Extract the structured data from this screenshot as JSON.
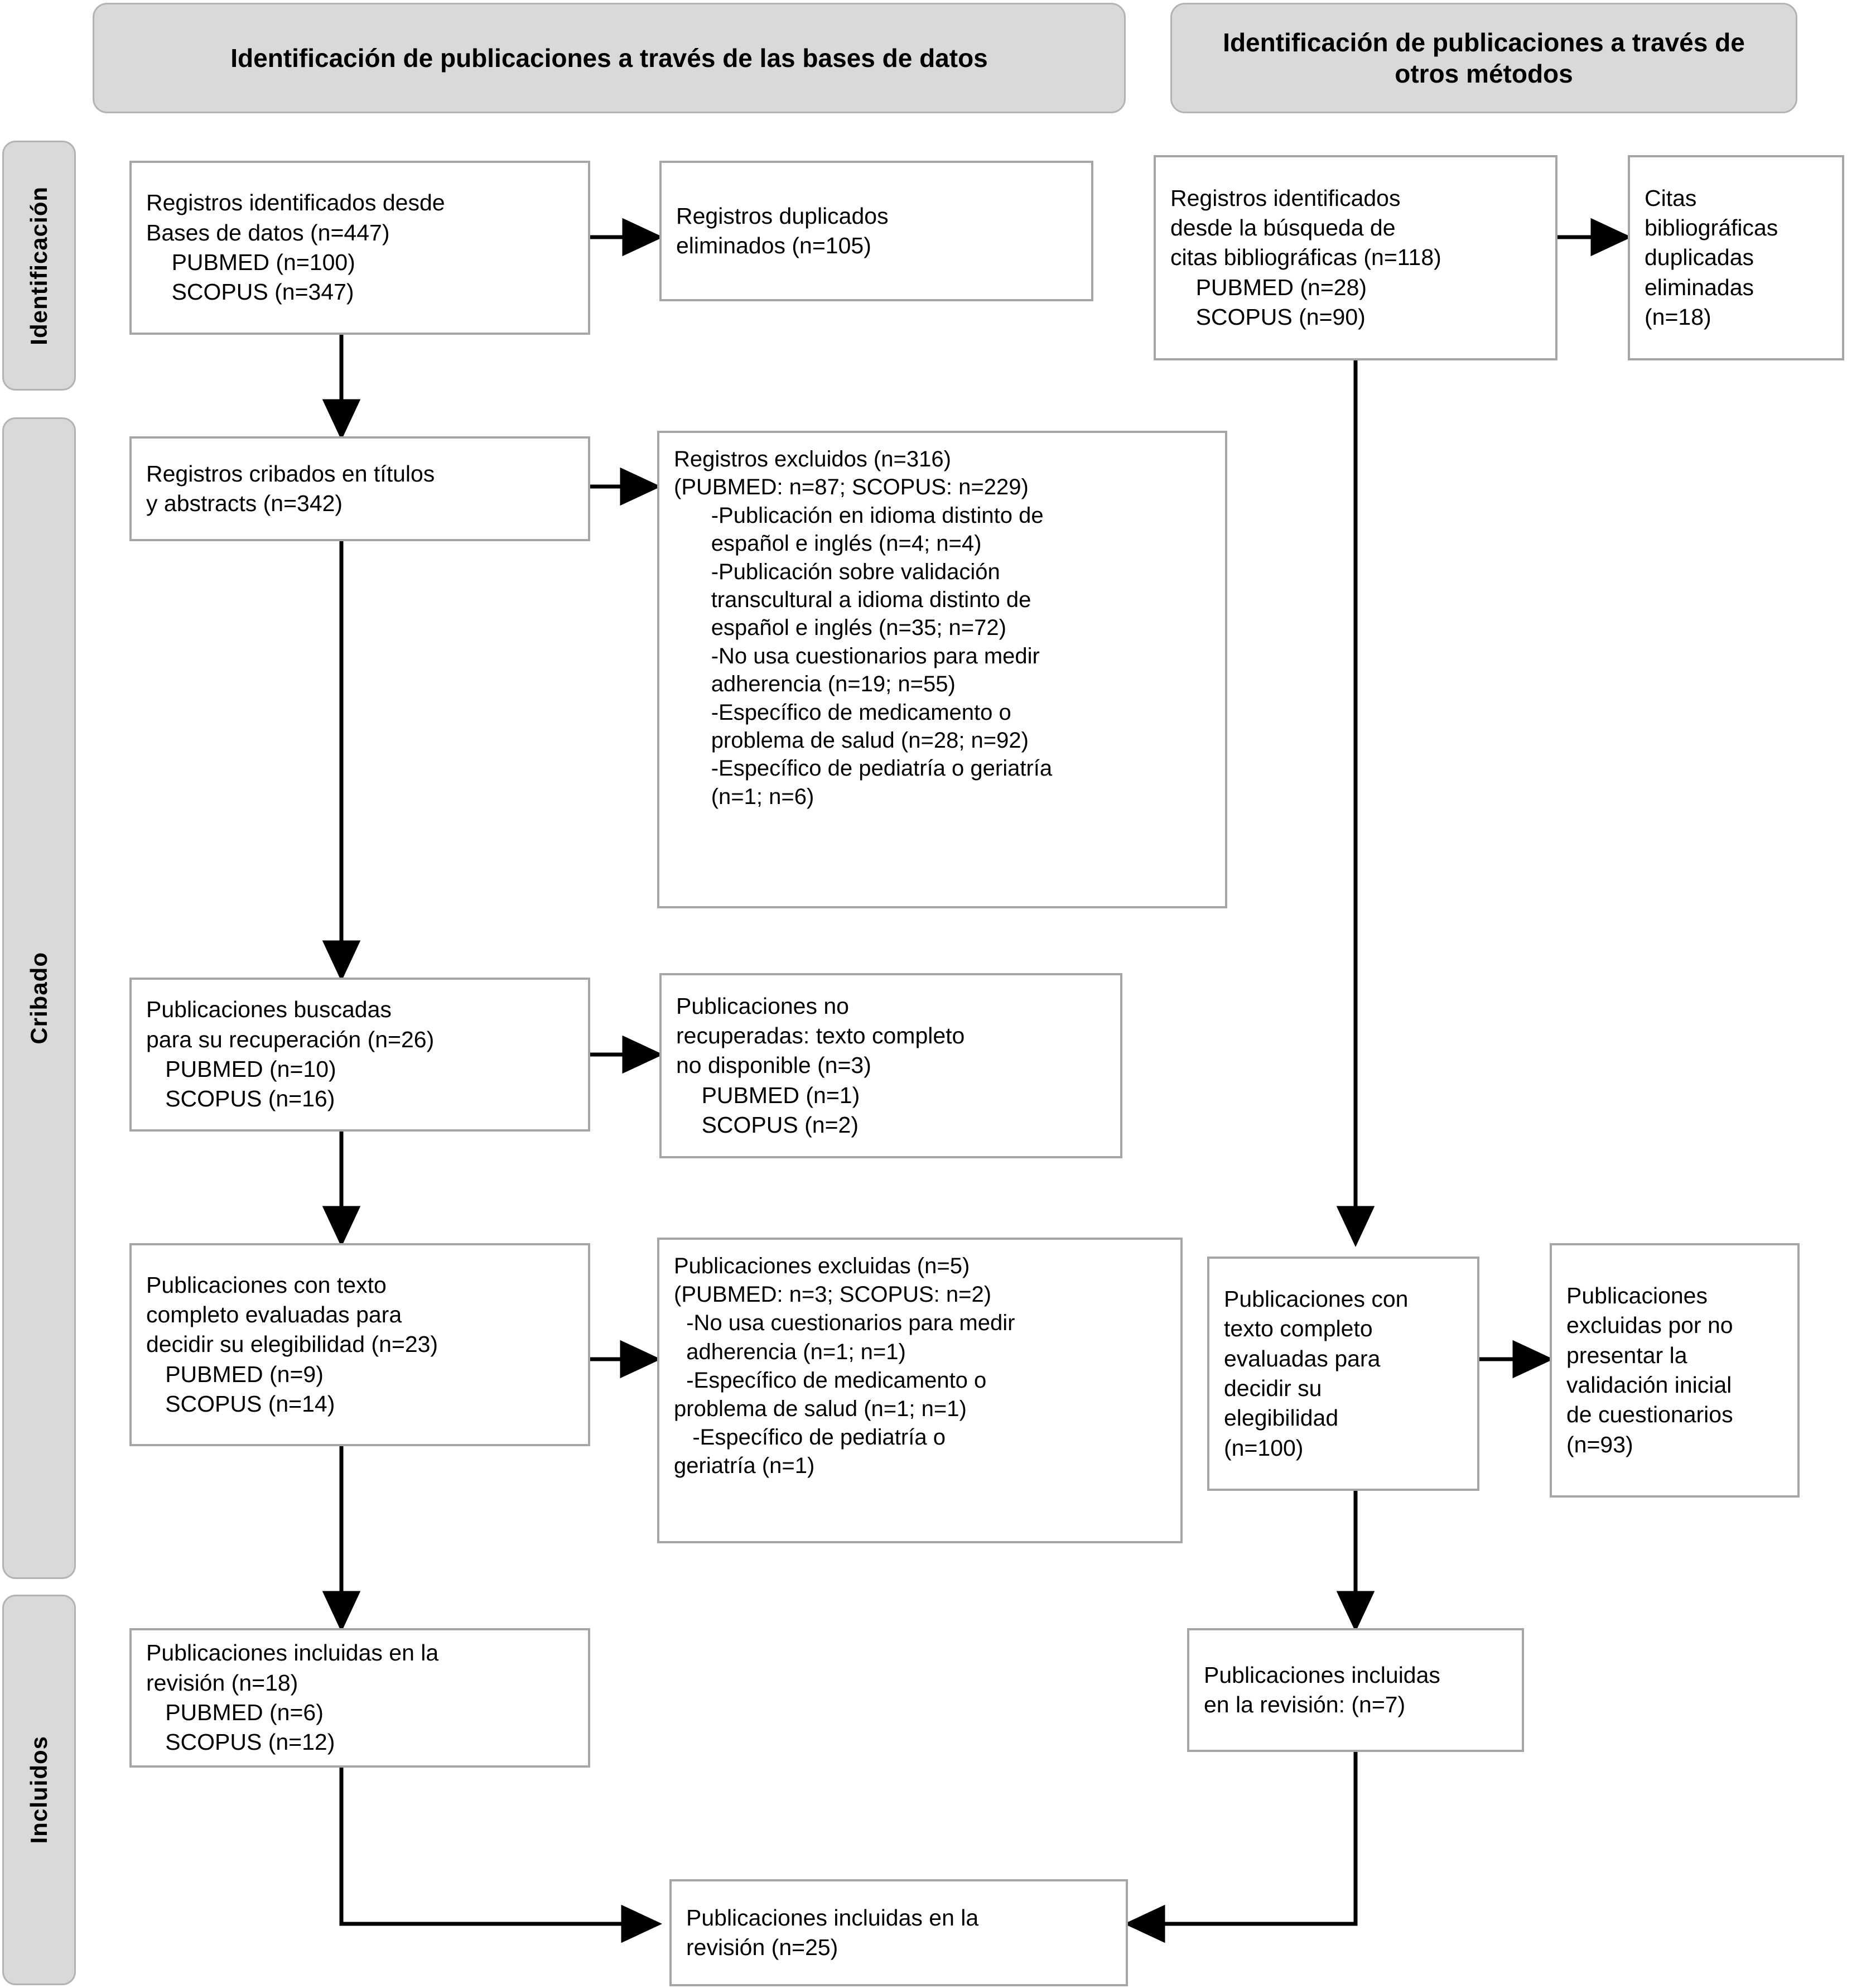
{
  "diagram": {
    "type": "prisma-flow",
    "language": "es",
    "colors": {
      "banner_fill": "#d9d9d9",
      "banner_border": "#b3b3b3",
      "node_fill": "#ffffff",
      "node_border": "#a6a6a6",
      "connector": "#000000",
      "text": "#000000"
    }
  },
  "headers": {
    "databases": "Identificación de publicaciones a través de las bases de datos",
    "other_methods": "Identificación de publicaciones a través de otros métodos"
  },
  "stages": {
    "identification": "Identificación",
    "screening": "Cribado",
    "included": "Incluidos"
  },
  "nodes": {
    "records_identified_db": "Registros identificados desde\nBases de datos (n=447)\n    PUBMED (n=100)\n    SCOPUS (n=347)",
    "duplicates_removed": "Registros duplicados\neliminados (n=105)",
    "records_identified_citations": "Registros identificados\ndesde la búsqueda de\ncitas bibliográficas (n=118)\n    PUBMED (n=28)\n    SCOPUS (n=90)",
    "citation_duplicates_removed": "Citas\nbibliográficas\nduplicadas\neliminadas\n(n=18)",
    "records_screened": "Registros cribados en títulos\ny abstracts (n=342)",
    "records_excluded": "Registros excluidos (n=316)\n(PUBMED: n=87; SCOPUS: n=229)\n      -Publicación en idioma distinto de\n      español e inglés (n=4; n=4)\n      -Publicación sobre validación\n      transcultural a idioma distinto de\n      español e inglés (n=35; n=72)\n      -No usa cuestionarios para medir\n      adherencia (n=19; n=55)\n      -Específico de medicamento o\n      problema de salud (n=28; n=92)\n      -Específico de pediatría o geriatría\n      (n=1; n=6)",
    "publications_sought": "Publicaciones buscadas\npara su recuperación (n=26)\n   PUBMED (n=10)\n   SCOPUS (n=16)",
    "publications_not_retrieved": "Publicaciones no\nrecuperadas: texto completo\nno disponible (n=3)\n    PUBMED (n=1)\n    SCOPUS (n=2)",
    "fulltext_assessed_db": "Publicaciones con texto\ncompleto evaluadas para\ndecidir su elegibilidad (n=23)\n   PUBMED (n=9)\n   SCOPUS (n=14)",
    "publications_excluded_db": "Publicaciones excluidas (n=5)\n(PUBMED: n=3; SCOPUS: n=2)\n  -No usa cuestionarios para medir\n  adherencia (n=1; n=1)\n  -Específico de medicamento o\nproblema de salud (n=1; n=1)\n   -Específico de pediatría o\ngeriatría (n=1)",
    "fulltext_assessed_other": "Publicaciones con\ntexto completo\nevaluadas para\ndecidir su\nelegibilidad\n(n=100)",
    "publications_excluded_other": "Publicaciones\nexcluidas por no\npresentar la\nvalidación inicial\nde cuestionarios\n(n=93)",
    "included_db": "Publicaciones incluidas en la\nrevisión (n=18)\n   PUBMED (n=6)\n   SCOPUS (n=12)",
    "included_other": "Publicaciones incluidas\nen la revisión: (n=7)",
    "included_total": "Publicaciones incluidas en la\nrevisión (n=25)"
  },
  "counts": {
    "records_identified_db_total": 447,
    "records_identified_db_pubmed": 100,
    "records_identified_db_scopus": 347,
    "duplicates_removed": 105,
    "records_identified_citations_total": 118,
    "records_identified_citations_pubmed": 28,
    "records_identified_citations_scopus": 90,
    "citation_duplicates_removed": 18,
    "records_screened": 342,
    "records_excluded_total": 316,
    "records_excluded_pubmed": 87,
    "records_excluded_scopus": 229,
    "publications_sought_total": 26,
    "publications_sought_pubmed": 10,
    "publications_sought_scopus": 16,
    "publications_not_retrieved_total": 3,
    "publications_not_retrieved_pubmed": 1,
    "publications_not_retrieved_scopus": 2,
    "fulltext_assessed_db_total": 23,
    "fulltext_assessed_db_pubmed": 9,
    "fulltext_assessed_db_scopus": 14,
    "publications_excluded_db_total": 5,
    "publications_excluded_db_pubmed": 3,
    "publications_excluded_db_scopus": 2,
    "fulltext_assessed_other_total": 100,
    "publications_excluded_other_total": 93,
    "included_db_total": 18,
    "included_db_pubmed": 6,
    "included_db_scopus": 12,
    "included_other_total": 7,
    "included_total": 25
  }
}
